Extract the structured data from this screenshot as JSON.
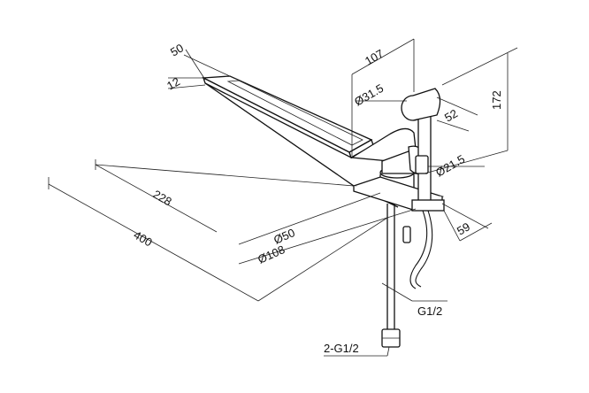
{
  "dimensions": {
    "spout_width": "50",
    "spout_thickness": "12",
    "spout_inner_length": "228",
    "spout_total_length": "400",
    "base_diameter": "Ø50",
    "plate_diameter": "Ø108",
    "hand_shower_offset": "107",
    "hand_shower_diameter": "Ø31.5",
    "hand_shower_head": "52",
    "total_height": "172",
    "holder_diameter": "Ø21.5",
    "holder_depth": "59",
    "hose_thread": "G1/2",
    "supply_threads": "2-G1/2"
  }
}
